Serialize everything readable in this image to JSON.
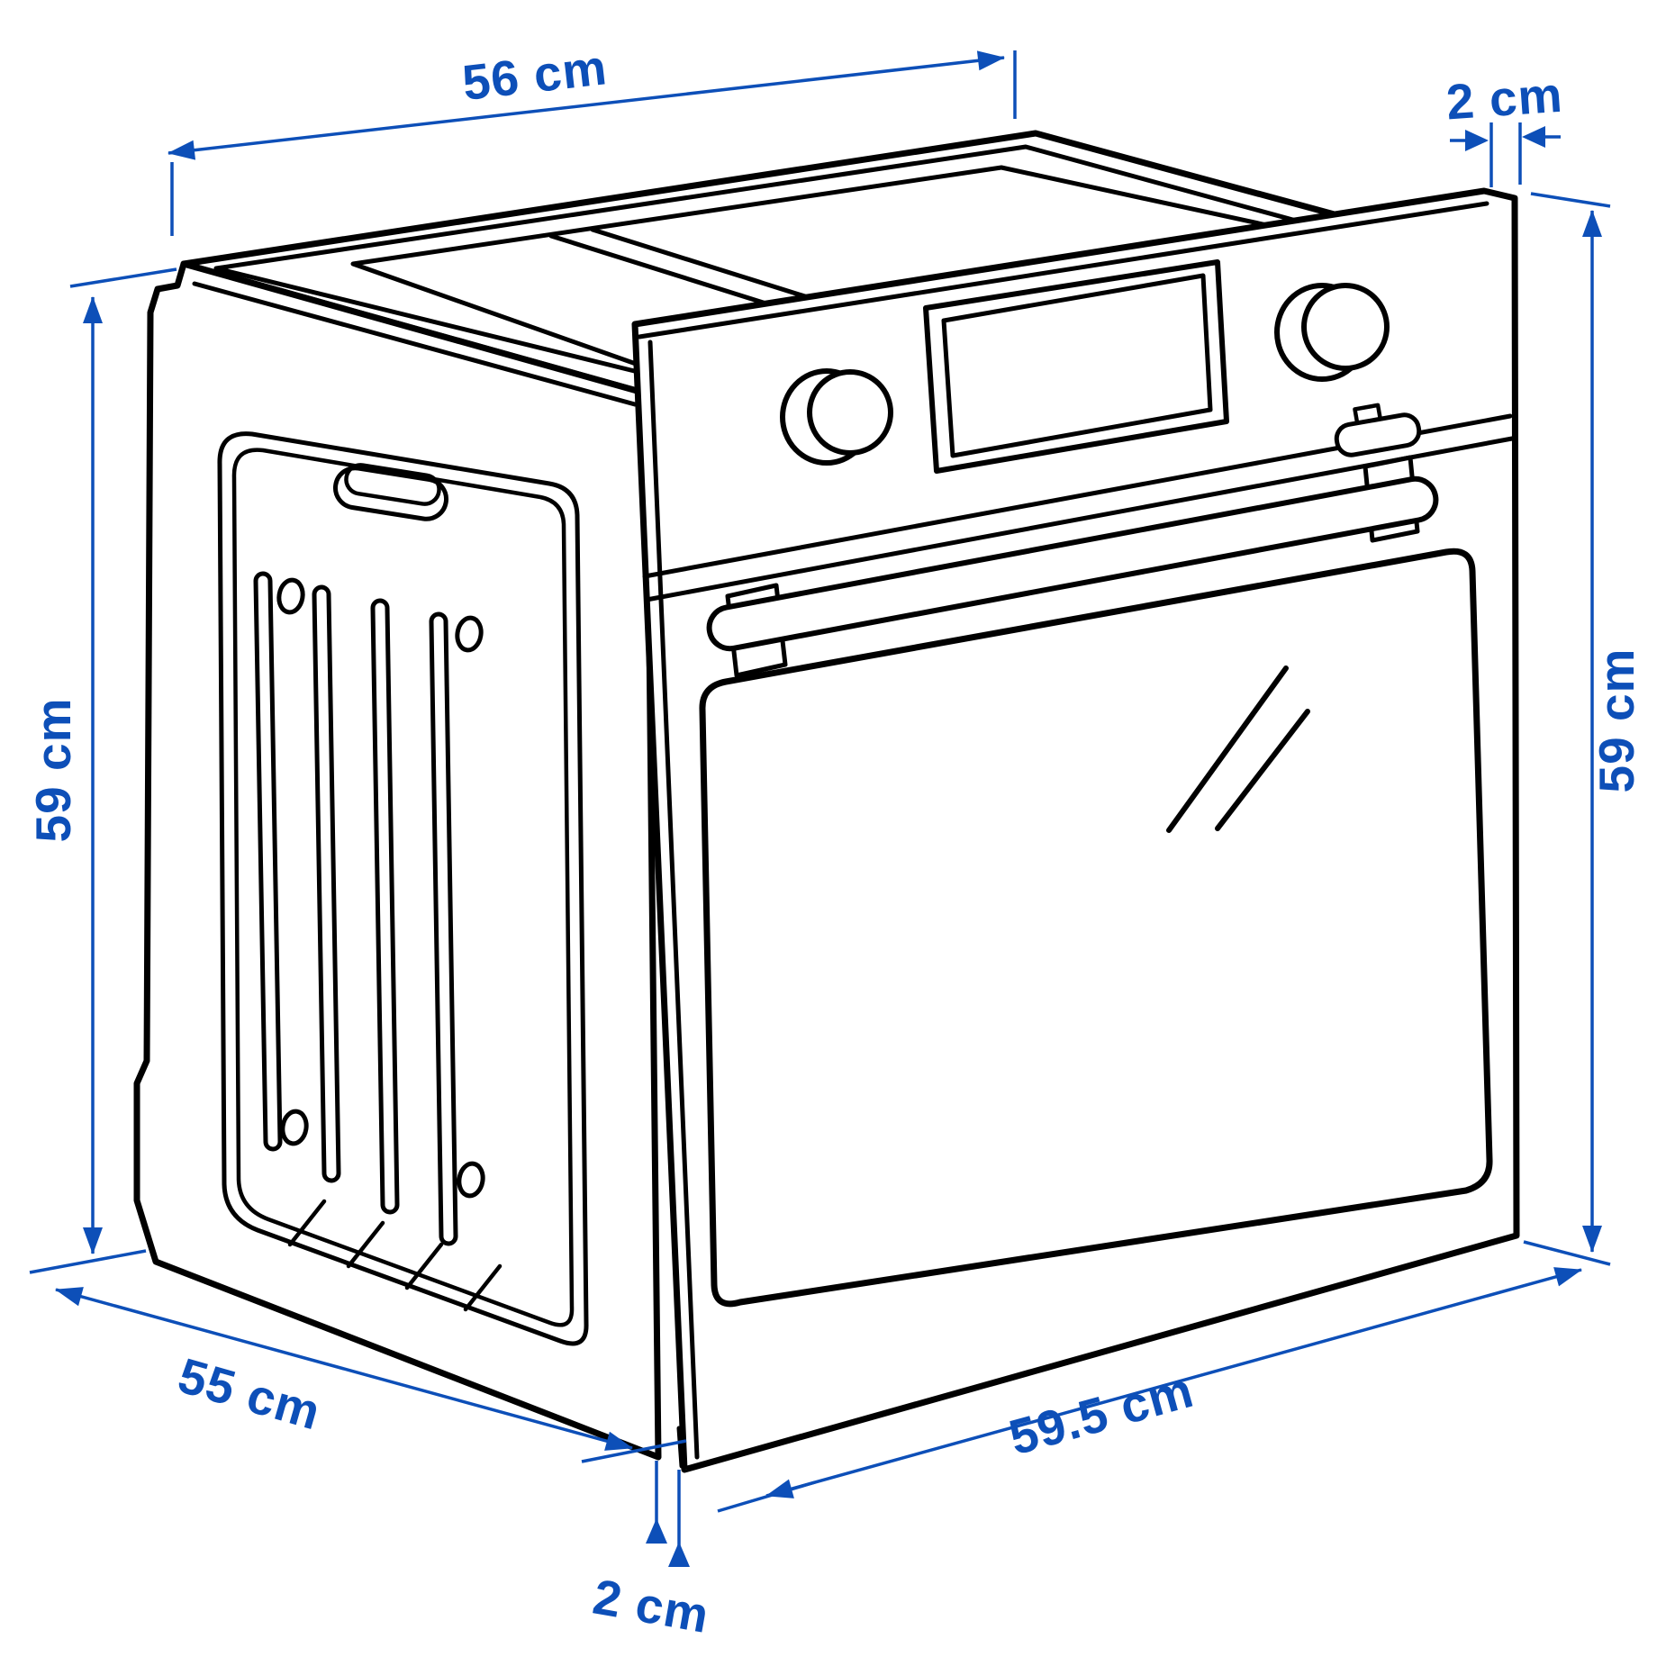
{
  "diagram": {
    "kind": "product dimension line drawing",
    "subject": "built-in oven",
    "colors": {
      "dimension_blue": "#0d4fb8",
      "outline_black": "#000000",
      "background": "#ffffff"
    },
    "unit": "cm",
    "labels": {
      "top_width": "56 cm",
      "top_door_thickness": "2 cm",
      "left_height": "59 cm",
      "depth": "55 cm",
      "bottom_door_gap": "2 cm",
      "front_width": "59.5 cm",
      "right_height": "59 cm"
    }
  }
}
